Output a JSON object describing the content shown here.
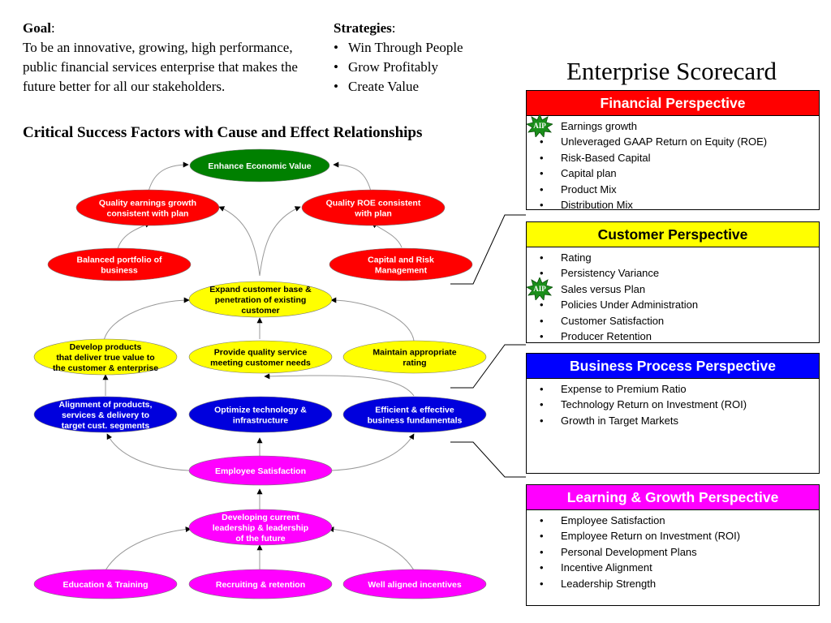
{
  "goal": {
    "label": "Goal",
    "text": "To be an innovative, growing, high performance, public financial services enterprise that makes the future better for all our stakeholders."
  },
  "strategies": {
    "label": "Strategies",
    "items": [
      "Win Through People",
      "Grow Profitably",
      "Create Value"
    ]
  },
  "csf_title": "Critical Success Factors with Cause and Effect Relationships",
  "scorecard_title": "Enterprise Scorecard",
  "badge_text": "AIP",
  "nodes": {
    "enhance": [
      "Enhance Economic Value"
    ],
    "q_earnings": [
      "Quality earnings growth",
      "consistent with plan"
    ],
    "q_roe": [
      "Quality ROE consistent",
      "with plan"
    ],
    "balanced": [
      "Balanced portfolio of",
      "business"
    ],
    "capital": [
      "Capital and Risk",
      "Management"
    ],
    "expand": [
      "Expand customer base &",
      "penetration of existing",
      "customer"
    ],
    "develop": [
      "Develop products",
      "that deliver true value to",
      "the customer & enterprise"
    ],
    "service": [
      "Provide quality service",
      "meeting customer needs"
    ],
    "rating": [
      "Maintain appropriate",
      "rating"
    ],
    "alignment": [
      "Alignment of products,",
      "services & delivery to",
      "target cust.  segments"
    ],
    "optimize": [
      "Optimize technology &",
      "infrastructure"
    ],
    "efficient": [
      "Efficient & effective",
      "business fundamentals"
    ],
    "employee": [
      "Employee Satisfaction"
    ],
    "leadership": [
      "Developing current",
      "leadership & leadership",
      "of the future"
    ],
    "education": [
      "Education & Training"
    ],
    "recruiting": [
      "Recruiting & retention"
    ],
    "incentives": [
      "Well aligned incentives"
    ]
  },
  "colors": {
    "green": "#008000",
    "red": "#ff0000",
    "yellow": "#ffff00",
    "blue": "#0000dd",
    "magenta": "#ff00ff",
    "financial_header": "#ff0000",
    "customer_header": "#ffff00",
    "process_header": "#0000ff",
    "learning_header": "#ff00ff"
  },
  "perspectives": {
    "financial": {
      "title": "Financial Perspective",
      "items": [
        "Earnings growth",
        "Unleveraged GAAP Return on Equity (ROE)",
        "Risk-Based Capital",
        "Capital plan",
        "Product Mix",
        "Distribution Mix"
      ]
    },
    "customer": {
      "title": "Customer Perspective",
      "items": [
        "Rating",
        "Persistency Variance",
        "Sales versus Plan",
        "Policies Under Administration",
        "Customer Satisfaction",
        "Producer Retention"
      ]
    },
    "process": {
      "title": "Business Process Perspective",
      "items": [
        "Expense to Premium Ratio",
        "Technology Return on Investment (ROI)",
        "Growth in Target Markets"
      ]
    },
    "learning": {
      "title": "Learning & Growth Perspective",
      "items": [
        "Employee Satisfaction",
        "Employee Return on Investment (ROI)",
        "Personal Development Plans",
        "Incentive Alignment",
        "Leadership Strength"
      ]
    }
  }
}
